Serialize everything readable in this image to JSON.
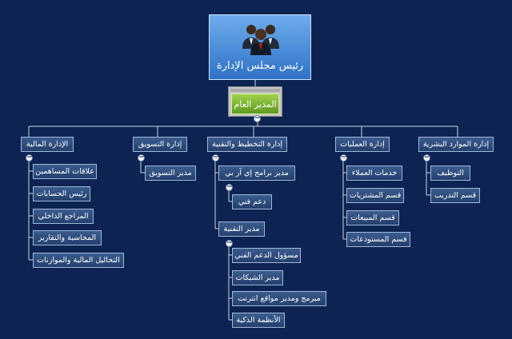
{
  "root": {
    "title": "رئيس مجلس الإدارة",
    "icon": "people-group-icon"
  },
  "general_manager": {
    "label": "المدير العام"
  },
  "departments": {
    "finance": {
      "label": "الإدارة المالية",
      "items": [
        "علاقات المساهمين",
        "رئيس الحسابات",
        "المراجع الداخلي",
        "المحاسبة والتقارير",
        "التحاليل المالية والموازنات"
      ]
    },
    "marketing": {
      "label": "إدارة التسويق",
      "items": [
        "مدير التسويق"
      ]
    },
    "planning": {
      "label": "إدارة التخطيط والتقنية",
      "erp_manager": "مدير برامج إي آر بي",
      "tech_support": "دعم فني",
      "tech_manager": "مدير التقنية",
      "tech_items": [
        "مسؤول الدعم الفني",
        "مدير الشبكات",
        "مبرمج ومدير مواقع انترنت",
        "الأنظمة الذكية"
      ]
    },
    "operations": {
      "label": "إدارة العمليات",
      "items": [
        "خدمات العملاء",
        "قسم المشتريات",
        "قسم المبيعات",
        "قسم المستودعات"
      ]
    },
    "hr": {
      "label": "إدارة الموارد البشرية",
      "items": [
        "التوظيف",
        "قسم التدريب"
      ]
    }
  },
  "colors": {
    "background": "#0d2452",
    "node": "#2f4c7e",
    "root": "#3d86dc",
    "general_manager": "#7cb630",
    "connector": "#c9d4e6"
  }
}
